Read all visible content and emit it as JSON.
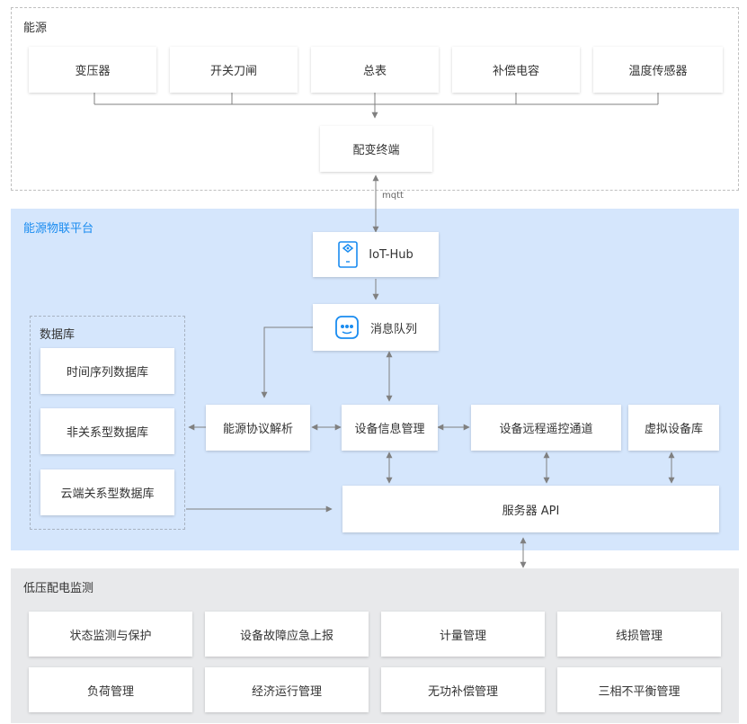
{
  "energy": {
    "title": "能源",
    "devices": [
      "变压器",
      "开关刀闸",
      "总表",
      "补偿电容",
      "温度传感器"
    ],
    "terminal": "配变终端"
  },
  "link_label": "mqtt",
  "platform": {
    "title": "能源物联平台",
    "iot_hub": "IoT-Hub",
    "queue": "消息队列",
    "protocol": "能源协议解析",
    "device_info": "设备信息管理",
    "remote": "设备远程遥控通道",
    "virtual": "虚拟设备库",
    "api": "服务器 API",
    "database": {
      "title": "数据库",
      "items": [
        "时间序列数据库",
        "非关系型数据库",
        "云端关系型数据库"
      ]
    }
  },
  "monitor": {
    "title": "低压配电监测",
    "row1": [
      "状态监测与保护",
      "设备故障应急上报",
      "计量管理",
      "线损管理"
    ],
    "row2": [
      "负荷管理",
      "经济运行管理",
      "无功补偿管理",
      "三相不平衡管理"
    ]
  },
  "colors": {
    "accent": "#1a8cf0",
    "platform_bg": "#d5e6fc",
    "monitor_bg": "#e8e9eb",
    "connector": "#808080"
  },
  "icons": {
    "iot_hub": "iot-hub-icon",
    "queue": "message-queue-icon"
  }
}
